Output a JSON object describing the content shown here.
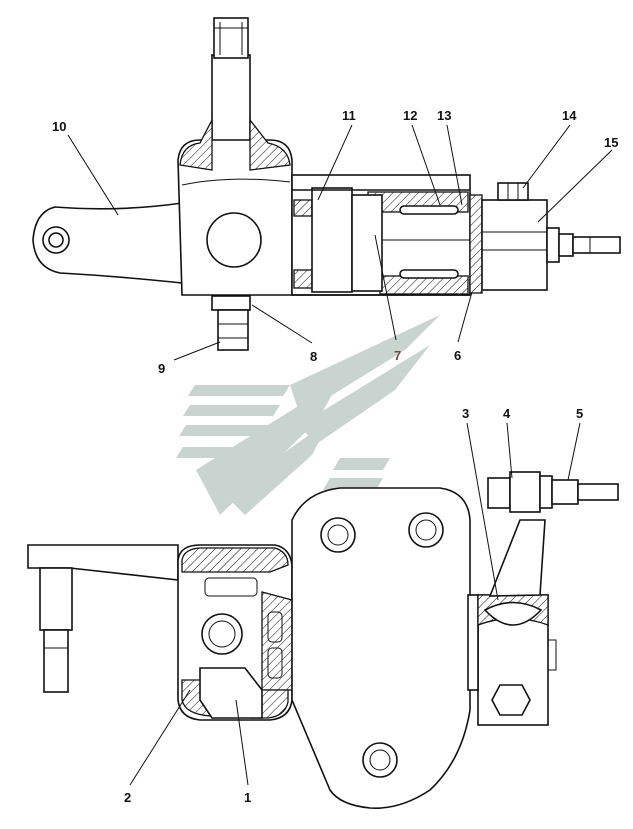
{
  "labels": {
    "l1": "1",
    "l2": "2",
    "l3": "3",
    "l4": "4",
    "l5": "5",
    "l6": "6",
    "l7": "7",
    "l8": "8",
    "l9": "9",
    "l10": "10",
    "l11": "11",
    "l12": "12",
    "l13": "13",
    "l14": "14",
    "l15": "15"
  },
  "colors": {
    "line": "#111111",
    "watermark": "#c9d3cf",
    "label_accent": "#7a4a3a"
  }
}
